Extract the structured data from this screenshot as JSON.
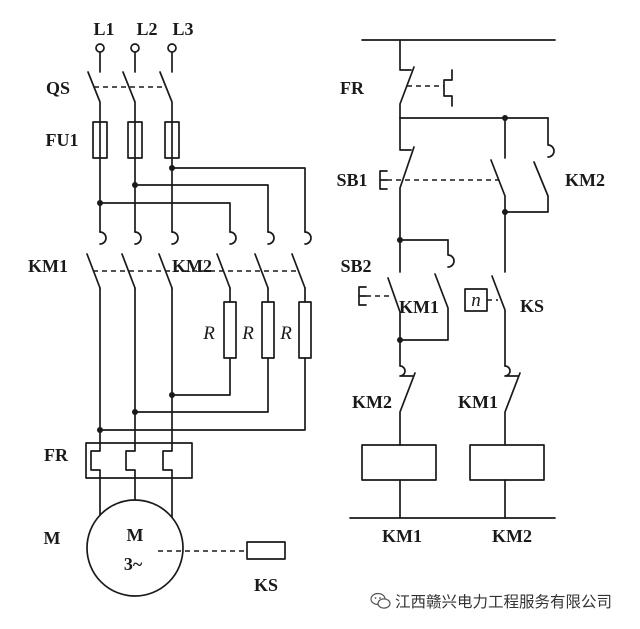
{
  "supply": {
    "l1": "L1",
    "l2": "L2",
    "l3": "L3"
  },
  "main_circuit": {
    "qs": "QS",
    "fu1": "FU1",
    "km1": "KM1",
    "km2": "KM2",
    "resistors": [
      "R",
      "R",
      "R"
    ],
    "fr": "FR",
    "motor_label": "M",
    "motor_symbol": "M",
    "motor_phase": "3~",
    "speed_relay": "KS"
  },
  "control_circuit": {
    "fr": "FR",
    "sb1": "SB1",
    "km2_hold": "KM2",
    "sb2": "SB2",
    "km1_hold": "KM1",
    "ks_symbol": "n",
    "ks": "KS",
    "km2_interlock": "KM2",
    "km1_interlock": "KM1",
    "coil_km1": "KM1",
    "coil_km2": "KM2"
  },
  "watermark": {
    "icon": "wechat-icon",
    "text": "江西赣兴电力工程服务有限公司"
  },
  "colors": {
    "ink": "#1a1a1a",
    "background": "#ffffff",
    "watermark": "#333333"
  }
}
